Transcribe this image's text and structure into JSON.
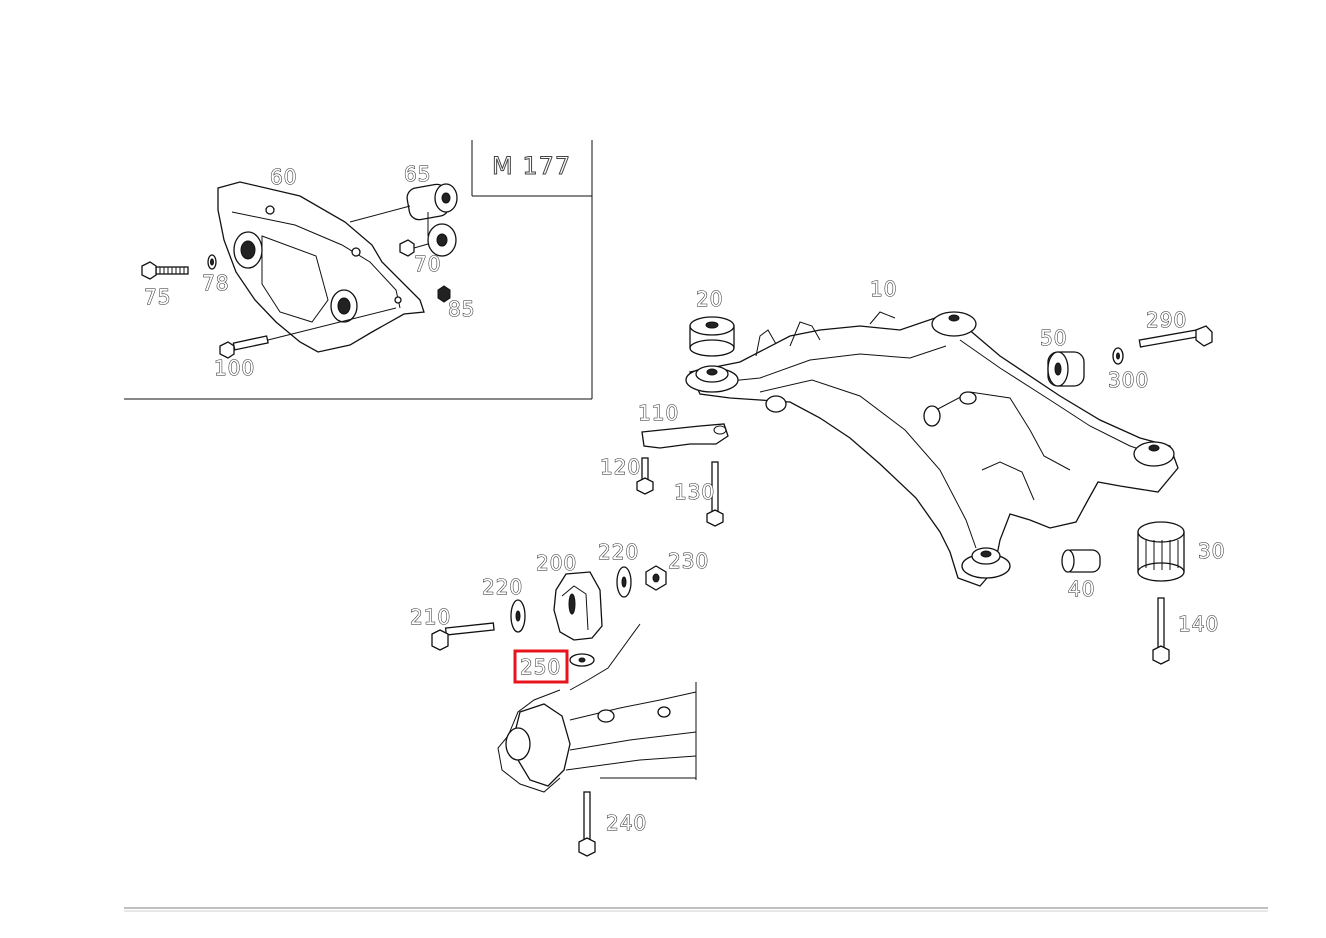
{
  "inset": {
    "model_label": "M 177"
  },
  "labels": {
    "p10": "10",
    "p20": "20",
    "p30": "30",
    "p40": "40",
    "p50": "50",
    "p60": "60",
    "p65": "65",
    "p70": "70",
    "p75": "75",
    "p78": "78",
    "p85": "85",
    "p100": "100",
    "p110": "110",
    "p120": "120",
    "p130": "130",
    "p140": "140",
    "p200": "200",
    "p210": "210",
    "p220a": "220",
    "p220b": "220",
    "p230": "230",
    "p240": "240",
    "p250": "250",
    "p290": "290",
    "p300": "300"
  },
  "colors": {
    "highlight": "#e8141c",
    "line": "#111111",
    "rule": "#9a9a9a"
  }
}
